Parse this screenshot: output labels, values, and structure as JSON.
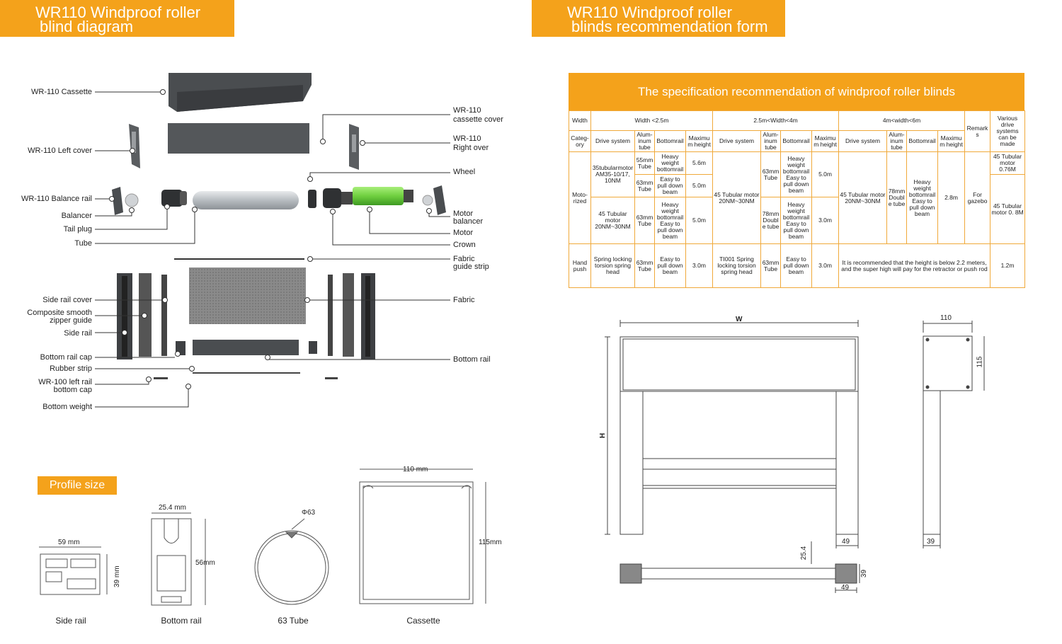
{
  "banners": {
    "left": [
      "WR110 Windproof roller",
      "blind diagram"
    ],
    "right": [
      "WR110 Windproof roller",
      "blinds  recommendation form"
    ]
  },
  "diagram": {
    "left_labels": [
      {
        "id": "cassette",
        "text": [
          "WR-110 Cassette"
        ]
      },
      {
        "id": "left-cover",
        "text": [
          "WR-110 Left cover"
        ]
      },
      {
        "id": "balance-rail",
        "text": [
          "WR-110 Balance rail"
        ]
      },
      {
        "id": "balancer",
        "text": [
          "Balancer"
        ]
      },
      {
        "id": "tail-plug",
        "text": [
          "Tail plug"
        ]
      },
      {
        "id": "tube",
        "text": [
          "Tube"
        ]
      },
      {
        "id": "side-rail-cover",
        "text": [
          "Side rail cover"
        ]
      },
      {
        "id": "zipper-guide",
        "text": [
          "Composite smooth",
          "zipper guide"
        ]
      },
      {
        "id": "side-rail",
        "text": [
          "Side rail"
        ]
      },
      {
        "id": "bottom-rail-cap",
        "text": [
          "Bottom rail cap"
        ]
      },
      {
        "id": "rubber-strip",
        "text": [
          "Rubber strip"
        ]
      },
      {
        "id": "left-rail-bottom-cap",
        "text": [
          "WR-100 left rail",
          "bottom cap"
        ]
      },
      {
        "id": "bottom-weight",
        "text": [
          "Bottom weight"
        ]
      }
    ],
    "right_labels": [
      {
        "id": "cassette-cover",
        "text": [
          "WR-110",
          "cassette cover"
        ]
      },
      {
        "id": "right-over",
        "text": [
          "WR-110",
          "Right over"
        ]
      },
      {
        "id": "wheel",
        "text": [
          "Wheel"
        ]
      },
      {
        "id": "motor-balancer",
        "text": [
          "Motor",
          "balancer"
        ]
      },
      {
        "id": "motor",
        "text": [
          "Motor"
        ]
      },
      {
        "id": "crown",
        "text": [
          "Crown"
        ]
      },
      {
        "id": "fabric-guide-strip",
        "text": [
          "Fabric",
          "guide strip"
        ]
      },
      {
        "id": "fabric",
        "text": [
          "Fabric"
        ]
      },
      {
        "id": "bottom-rail",
        "text": [
          "Bottom rail"
        ]
      }
    ]
  },
  "profile": {
    "badge": "Profile size",
    "side_rail": {
      "caption": "Side rail",
      "w": "59 mm",
      "h": "39 mm"
    },
    "bottom_rail": {
      "caption": "Bottom rail",
      "w": "25.4 mm",
      "h": "56mm"
    },
    "tube": {
      "caption": "63 Tube",
      "d": "Φ63"
    },
    "cassette": {
      "caption": "Cassette",
      "w": "110 mm",
      "h": "115mm"
    }
  },
  "table": {
    "title": "The specification recommendation of windproof roller blinds",
    "width_label": "Width",
    "ranges": [
      "Width <2.5m",
      "2.5m<Width<4m",
      "4m<width<6m"
    ],
    "remarks_header": "Remarks",
    "drive_note_header": "Various drive systems can be made",
    "category_label": "Categ-ory",
    "col_drive": "Drive system",
    "col_alu": "Alum-inum tube",
    "col_bottomrail": "Bottomrail",
    "col_height": "Maximum height",
    "motorized": {
      "label": "Moto-rized",
      "r1_drive": "35tubularmotor AM35-10/17, 10NM",
      "r1a_tube": "55mm Tube",
      "r1a_rail": "Heavy weight bottomrail",
      "r1a_h": "5.6m",
      "r1b_tube": "63mm Tube",
      "r1b_rail": "Easy to pull down beam",
      "r1b_h": "5.0m",
      "r2_drive": "45 Tubular motor 20NM~30NM",
      "r2_tube": "63mm Tube",
      "r2_rail": "Heavy weight bottomrail Easy to pull down beam",
      "r2_h": "5.0m",
      "m_drive": "45 Tubular motor 20NM~30NM",
      "m1_tube": "63mm Tube",
      "m1_rail": "Heavy weight bottomrail Easy to pull down beam",
      "m1_h": "5.0m",
      "m2_tube": "78mm Double tube",
      "m2_rail": "Heavy weight bottomrail Easy to pull down beam",
      "m2_h": "3.0m",
      "l_drive": "45 Tubular motor 20NM~30NM",
      "l_tube": "78mm Double tube",
      "l_rail": "Heavy weight bottomrail Easy to pull down beam",
      "l_h": "2.8m",
      "remarks": "For gazebo",
      "v1": "45 Tubular motor 0.76M",
      "v2": "45 Tubular motor 0. 8M"
    },
    "hand": {
      "label": "Hand push",
      "drive": "Spring locking torsion spring head",
      "tube": "63mm Tube",
      "rail": "Easy to pull down beam",
      "h": "3.0m",
      "m_drive": "TI001 Spring locking torsion spring head",
      "m_tube": "63mm Tube",
      "m_rail": "Easy to pull down beam",
      "m_h": "3.0m",
      "note": "It is recommended that the height is below 2.2 meters, and the super high will pay for the retractor or push rod",
      "v": "1.2m"
    }
  },
  "drawing": {
    "w": "W",
    "h": "H",
    "d110": "110",
    "d115": "115",
    "d49a": "49",
    "d39a": "39",
    "d254": "25.4",
    "d49b": "49",
    "d39b": "39"
  },
  "colors": {
    "accent": "#f4a21b",
    "motor": "#7bd34a"
  }
}
